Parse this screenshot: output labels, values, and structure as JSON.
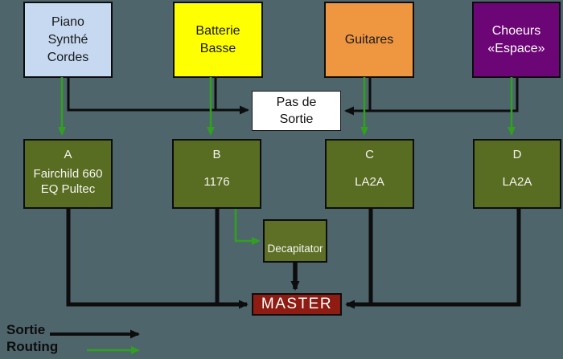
{
  "colors": {
    "background": "#4e656c",
    "piano_fill": "#c6d9f1",
    "batterie_fill": "#feff00",
    "guitares_fill": "#ee9640",
    "choeurs_fill": "#6c0575",
    "bus_fill": "#586c22",
    "decapitator_fill": "#5e7026",
    "master_fill": "#8e1c12",
    "sortie_line": "#0d0d0d",
    "routing_line": "#31a01f"
  },
  "sources": [
    {
      "lines": [
        "Piano",
        "Synthé",
        "Cordes"
      ]
    },
    {
      "lines": [
        "Batterie",
        "Basse"
      ]
    },
    {
      "lines": [
        "Guitares"
      ]
    },
    {
      "lines": [
        "Choeurs",
        "«Espace»"
      ]
    }
  ],
  "no_output": {
    "lines": [
      "Pas de",
      "Sortie"
    ]
  },
  "buses": [
    {
      "letter": "A",
      "devices": [
        "Fairchild 660",
        "EQ Pultec"
      ]
    },
    {
      "letter": "B",
      "devices": [
        "1176"
      ]
    },
    {
      "letter": "C",
      "devices": [
        "LA2A"
      ]
    },
    {
      "letter": "D",
      "devices": [
        "LA2A"
      ]
    }
  ],
  "plugin": {
    "label": "Decapitator"
  },
  "master": {
    "label": "MASTER"
  },
  "legend": {
    "sortie_label": "Sortie",
    "routing_label": "Routing"
  }
}
